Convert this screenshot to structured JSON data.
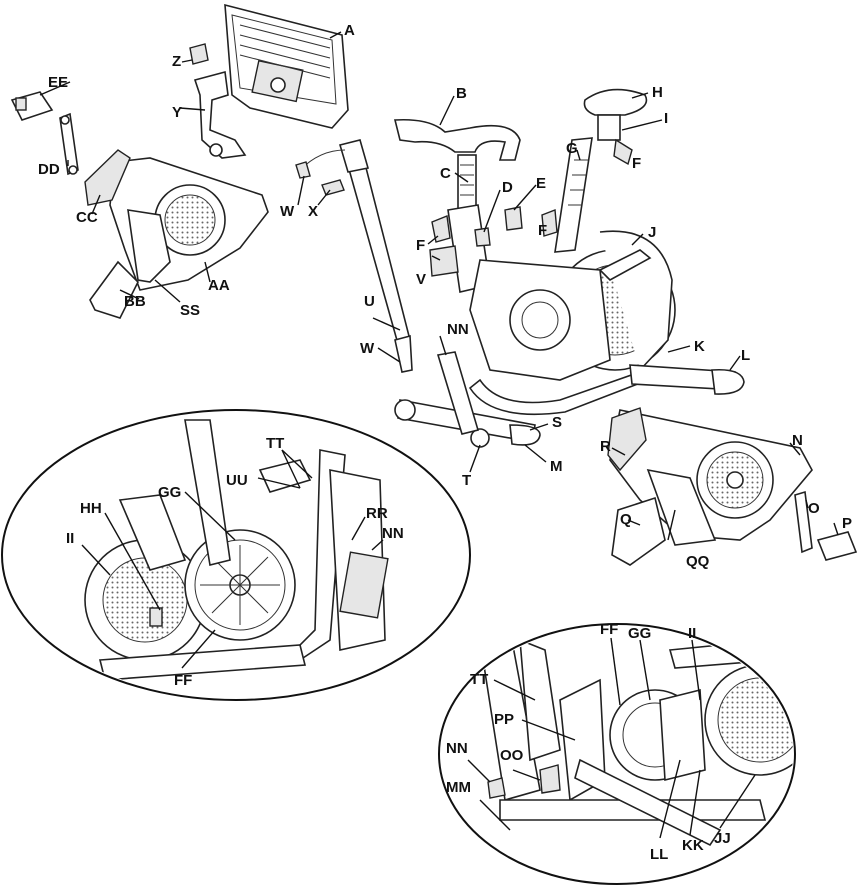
{
  "diagram": {
    "labels": {
      "A": "A",
      "B": "B",
      "C": "C",
      "D": "D",
      "E": "E",
      "F1": "F",
      "F2": "F",
      "F3": "F",
      "G": "G",
      "H": "H",
      "I": "I",
      "J": "J",
      "K": "K",
      "L": "L",
      "M": "M",
      "N": "N",
      "O": "O",
      "P": "P",
      "Q": "Q",
      "R": "R",
      "S": "S",
      "T": "T",
      "U": "U",
      "V": "V",
      "W1": "W",
      "W2": "W",
      "X": "X",
      "Y": "Y",
      "Z": "Z",
      "AA": "AA",
      "BB": "BB",
      "CC": "CC",
      "DD": "DD",
      "EE": "EE",
      "SS": "SS",
      "NN1": "NN",
      "QQ": "QQ",
      "TT1": "TT",
      "UU": "UU",
      "GG1": "GG",
      "HH": "HH",
      "RR": "RR",
      "NN2": "NN",
      "II1": "II",
      "FF1": "FF",
      "FF2": "FF",
      "GG2": "GG",
      "II2": "II",
      "TT2": "TT",
      "PP": "PP",
      "NN3": "NN",
      "OO": "OO",
      "MM": "MM",
      "LL": "LL",
      "KK": "KK",
      "JJ": "JJ"
    }
  }
}
